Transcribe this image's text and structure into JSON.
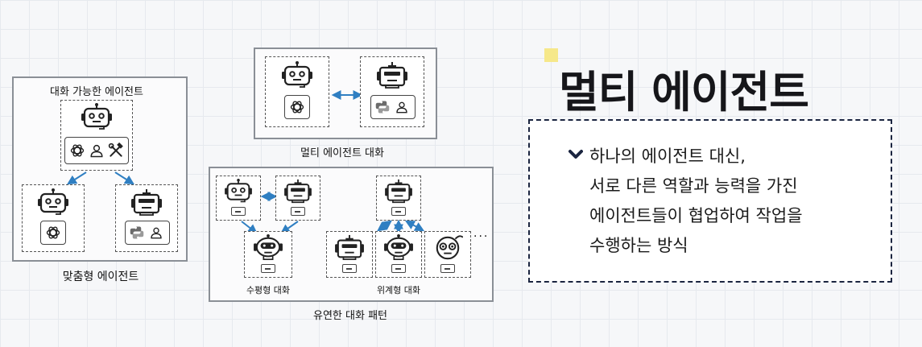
{
  "title": "멀티 에이전트",
  "description_lines": [
    "하나의 에이전트 대신,",
    "서로 다른 역할과 능력을 가진",
    "에이전트들이 협업하여 작업을",
    "수행하는 방식"
  ],
  "diagrams": {
    "custom_agent": {
      "caption": "맞춤형 에이전트",
      "top_label": "대화 가능한 에이전트"
    },
    "multi_agent_conversation": {
      "caption": "멀티 에이전트 대화"
    },
    "flexible_patterns": {
      "caption": "유연한 대화 패턴",
      "horizontal_label": "수평형 대화",
      "hierarchical_label": "위계형 대화",
      "ellipsis": "..."
    }
  },
  "colors": {
    "arrow": "#2f7fc2",
    "accent": "#f6e88a",
    "border": "#1b2540"
  }
}
